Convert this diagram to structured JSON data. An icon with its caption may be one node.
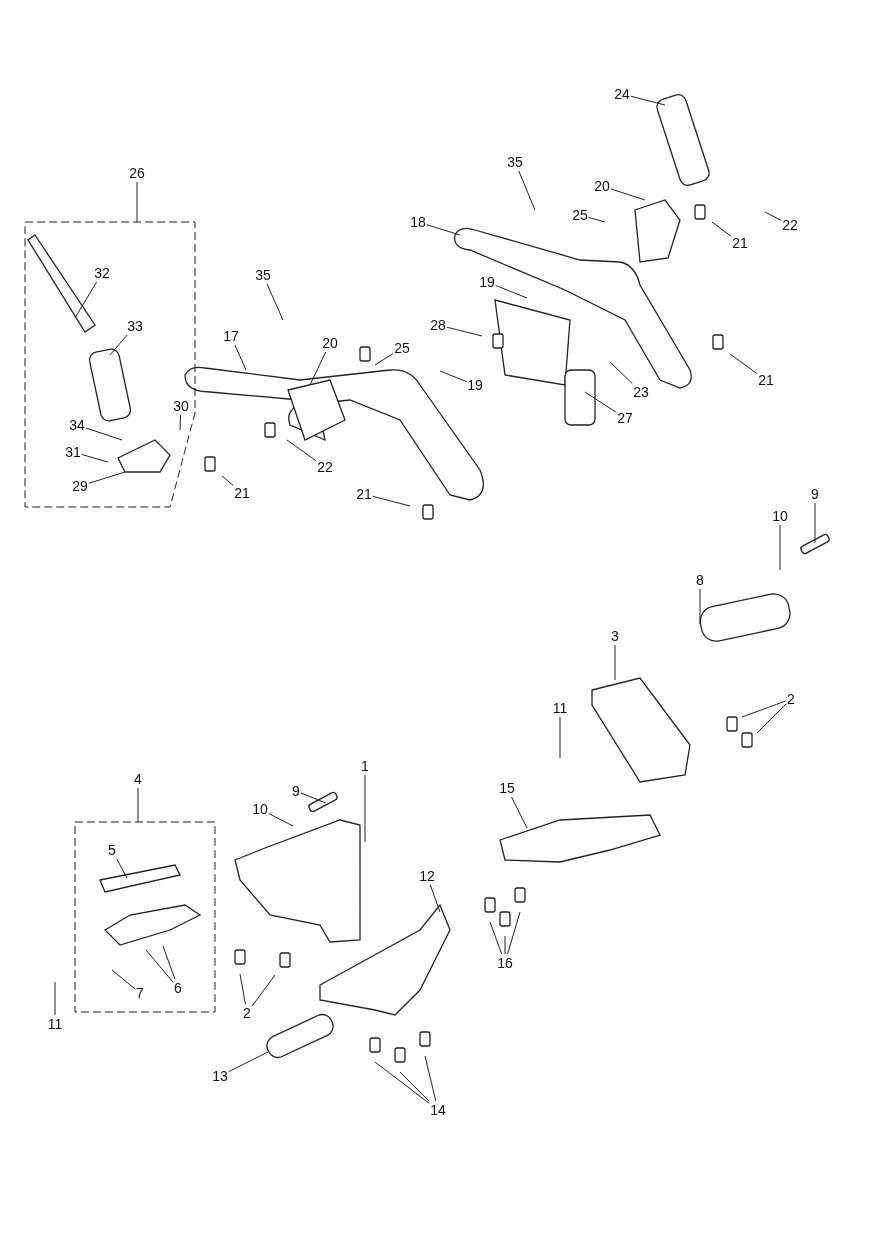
{
  "diagram": {
    "nodes": [
      {
        "text": [
          "24"
        ]
      },
      {
        "text": [
          "35"
        ]
      },
      {
        "text": [
          "26"
        ]
      },
      {
        "text": [],
        "shape": "box"
      },
      {
        "text": [
          "20"
        ]
      },
      {
        "text": [
          "25"
        ]
      },
      {
        "text": [
          "18"
        ]
      },
      {
        "text": [
          "22"
        ]
      },
      {
        "text": [
          "21"
        ]
      },
      {
        "text": [
          "32"
        ],
        "in": 3
      },
      {
        "text": [
          "35"
        ]
      },
      {
        "text": [
          "19"
        ]
      },
      {
        "text": [
          "33"
        ],
        "in": 3
      },
      {
        "text": [
          "28"
        ]
      },
      {
        "text": [
          "17"
        ]
      },
      {
        "text": [
          "20"
        ]
      },
      {
        "text": [
          "25"
        ]
      },
      {
        "text": [
          "23"
        ]
      },
      {
        "text": [
          "19"
        ]
      },
      {
        "text": [
          "21"
        ]
      },
      {
        "text": [
          "30"
        ],
        "in": 3
      },
      {
        "text": [
          "27"
        ]
      },
      {
        "text": [
          "34"
        ],
        "in": 3
      },
      {
        "text": [
          "31"
        ],
        "in": 3
      },
      {
        "text": [
          "22"
        ]
      },
      {
        "text": [
          "29"
        ],
        "in": 3
      },
      {
        "text": [
          "21"
        ]
      },
      {
        "text": [
          "21"
        ]
      },
      {
        "text": [
          "9"
        ]
      },
      {
        "text": [
          "10"
        ]
      },
      {
        "text": [
          "8"
        ]
      },
      {
        "text": [
          "3"
        ]
      },
      {
        "text": [
          "2"
        ]
      },
      {
        "text": [
          "11"
        ]
      },
      {
        "text": [
          "1"
        ]
      },
      {
        "text": [
          "15"
        ]
      },
      {
        "text": [
          "4"
        ]
      },
      {
        "text": [],
        "shape": "box"
      },
      {
        "text": [
          "9"
        ]
      },
      {
        "text": [
          "10"
        ]
      },
      {
        "text": [
          "5"
        ],
        "in": 37
      },
      {
        "text": [
          "12"
        ]
      },
      {
        "text": [
          "6"
        ],
        "in": 37
      },
      {
        "text": [
          "7"
        ],
        "in": 37
      },
      {
        "text": [
          "16"
        ]
      },
      {
        "text": [
          "2"
        ]
      },
      {
        "text": [
          "11"
        ]
      },
      {
        "text": [
          "13"
        ]
      },
      {
        "text": [
          "14"
        ]
      }
    ],
    "edges": [
      {
        "from": 0,
        "to": null,
        "arrow": "none"
      },
      {
        "from": 1,
        "to": null,
        "arrow": "none"
      },
      {
        "from": 2,
        "to": 3,
        "arrow": "none"
      },
      {
        "from": 4,
        "to": null,
        "arrow": "none"
      },
      {
        "from": 5,
        "to": null,
        "arrow": "none"
      },
      {
        "from": 6,
        "to": null,
        "arrow": "none"
      },
      {
        "from": 7,
        "to": null,
        "arrow": "none"
      },
      {
        "from": 8,
        "to": null,
        "arrow": "none"
      },
      {
        "from": 9,
        "to": null,
        "arrow": "none"
      },
      {
        "from": 10,
        "to": null,
        "arrow": "none"
      },
      {
        "from": 11,
        "to": null,
        "arrow": "none"
      },
      {
        "from": 12,
        "to": null,
        "arrow": "none"
      },
      {
        "from": 13,
        "to": null,
        "arrow": "none"
      },
      {
        "from": 14,
        "to": null,
        "arrow": "none"
      },
      {
        "from": 15,
        "to": null,
        "arrow": "none"
      },
      {
        "from": 16,
        "to": null,
        "arrow": "none"
      },
      {
        "from": 17,
        "to": null,
        "arrow": "none"
      },
      {
        "from": 18,
        "to": null,
        "arrow": "none"
      },
      {
        "from": 19,
        "to": null,
        "arrow": "none"
      },
      {
        "from": 20,
        "to": null,
        "arrow": "none"
      },
      {
        "from": 21,
        "to": null,
        "arrow": "none"
      },
      {
        "from": 22,
        "to": null,
        "arrow": "none"
      },
      {
        "from": 23,
        "to": null,
        "arrow": "none"
      },
      {
        "from": 24,
        "to": null,
        "arrow": "none"
      },
      {
        "from": 25,
        "to": null,
        "arrow": "none"
      },
      {
        "from": 26,
        "to": null,
        "arrow": "none"
      },
      {
        "from": 27,
        "to": null,
        "arrow": "none"
      },
      {
        "from": 28,
        "to": null,
        "arrow": "none"
      },
      {
        "from": 29,
        "to": null,
        "arrow": "none"
      },
      {
        "from": 30,
        "to": null,
        "arrow": "none"
      },
      {
        "from": 31,
        "to": null,
        "arrow": "none"
      },
      {
        "from": 32,
        "to": null,
        "arrow": "none"
      },
      {
        "from": 32,
        "to": null,
        "arrow": "none"
      },
      {
        "from": 33,
        "to": null,
        "arrow": "none"
      },
      {
        "from": 34,
        "to": null,
        "arrow": "none"
      },
      {
        "from": 35,
        "to": null,
        "arrow": "none"
      },
      {
        "from": 36,
        "to": 37,
        "arrow": "none"
      },
      {
        "from": 38,
        "to": null,
        "arrow": "none"
      },
      {
        "from": 39,
        "to": null,
        "arrow": "none"
      },
      {
        "from": 40,
        "to": null,
        "arrow": "none"
      },
      {
        "from": 41,
        "to": null,
        "arrow": "none"
      },
      {
        "from": 42,
        "to": null,
        "arrow": "none"
      },
      {
        "from": 42,
        "to": null,
        "arrow": "none"
      },
      {
        "from": 43,
        "to": null,
        "arrow": "none"
      },
      {
        "from": 44,
        "to": null,
        "arrow": "none"
      },
      {
        "from": 44,
        "to": null,
        "arrow": "none"
      },
      {
        "from": 44,
        "to": null,
        "arrow": "none"
      },
      {
        "from": 45,
        "to": null,
        "arrow": "none"
      },
      {
        "from": 45,
        "to": null,
        "arrow": "none"
      },
      {
        "from": 46,
        "to": null,
        "arrow": "none"
      },
      {
        "from": 47,
        "to": null,
        "arrow": "none"
      },
      {
        "from": 48,
        "to": null,
        "arrow": "none"
      },
      {
        "from": 48,
        "to": null,
        "arrow": "none"
      },
      {
        "from": 48,
        "to": null,
        "arrow": "none"
      }
    ]
  }
}
